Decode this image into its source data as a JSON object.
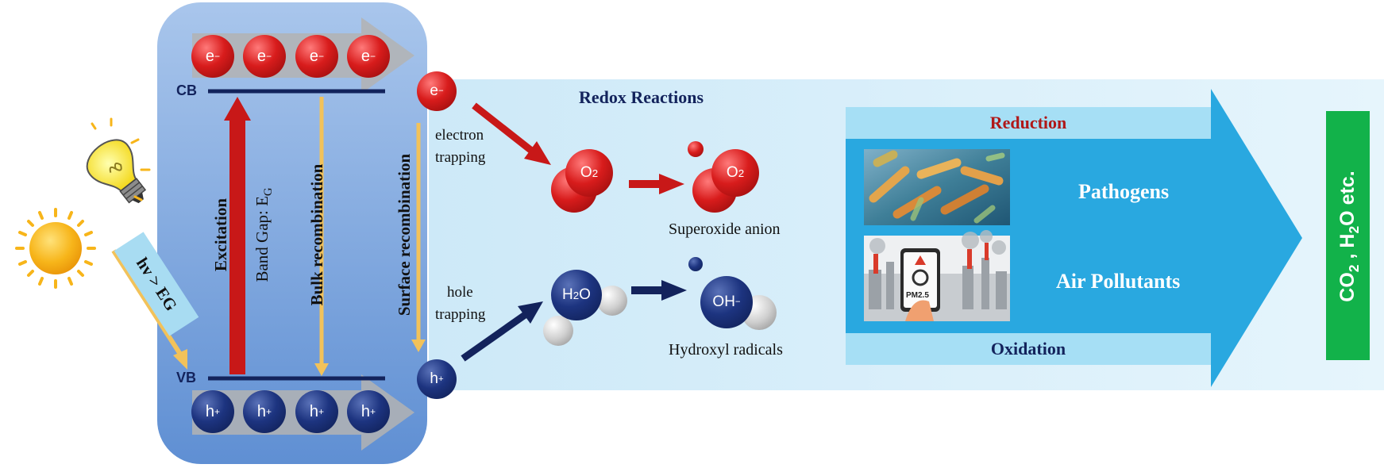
{
  "semiconductor": {
    "cb_label": "CB",
    "vb_label": "VB",
    "electron_symbol": "e",
    "electron_sup": "−",
    "hole_symbol": "h",
    "hole_sup": "+",
    "excitation_label": "Excitation",
    "band_gap_label": "Band Gap: E",
    "band_gap_sub": "G",
    "bulk_recombination_label": "Bulk recombination",
    "surface_recombination_label": "Surface recombination"
  },
  "light": {
    "energy_label": "hv > EG"
  },
  "trapping": {
    "electron_line1": "electron",
    "electron_line2": "trapping",
    "hole_line1": "hole",
    "hole_line2": "trapping"
  },
  "redox": {
    "title": "Redox Reactions",
    "o2_text": "O",
    "o2_sub": "2",
    "superoxide_label": "Superoxide anion",
    "h2o_h": "H",
    "h2o_sub": "2",
    "h2o_o": "O",
    "oh_text": "OH",
    "oh_sup": "−",
    "hydroxyl_label": "Hydroxyl radicals"
  },
  "process": {
    "reduction_label": "Reduction",
    "oxidation_label": "Oxidation",
    "pathogens_label": "Pathogens",
    "air_pollutants_label": "Air Pollutants",
    "pm_label": "PM2.5"
  },
  "products": {
    "text_pre": "CO",
    "text_sub1": "2",
    "text_mid": " , H",
    "text_sub2": "2",
    "text_post": "O etc."
  },
  "colors": {
    "electron_red": "#d81c1c",
    "hole_navy": "#1d3480",
    "band_blue": "#7fa6dc",
    "redox_bg": "#dcf0fa",
    "arrow_blue": "#29a8e0",
    "product_green": "#12b24a",
    "recombination_yellow": "#f2c25a"
  },
  "icons": [
    "sun-icon",
    "light-bulb-icon",
    "bacteria-image",
    "air-pollution-phone-image"
  ]
}
